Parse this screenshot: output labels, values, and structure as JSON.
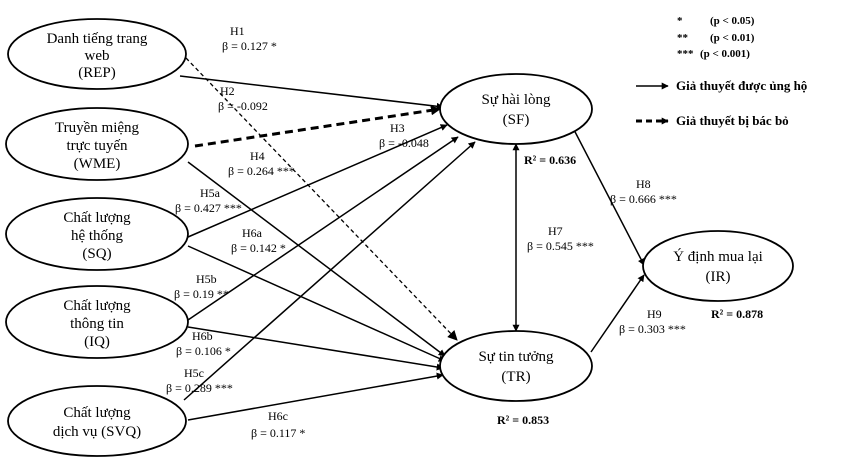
{
  "nodes": {
    "rep": [
      "Danh tiếng trang",
      "web",
      "(REP)"
    ],
    "wme": [
      "Truyền miệng",
      "trực tuyến",
      "(WME)"
    ],
    "sq": [
      "Chất lượng",
      "hệ thống",
      "(SQ)"
    ],
    "iq": [
      "Chất lượng",
      "thông tin",
      "(IQ)"
    ],
    "svq": [
      "Chất lượng",
      "dịch vụ (SVQ)"
    ],
    "sf": [
      "Sự hài lòng",
      "(SF)"
    ],
    "tr": [
      "Sự tin tưởng",
      "(TR)"
    ],
    "ir": [
      "Ý định mua lại",
      "(IR)"
    ]
  },
  "paths": {
    "h1": {
      "name": "H1",
      "beta": "β = 0.127 *"
    },
    "h2": {
      "name": "H2",
      "beta": "β = -0.092"
    },
    "h3": {
      "name": "H3",
      "beta": "β = -0.048"
    },
    "h4": {
      "name": "H4",
      "beta": "β = 0.264 ***"
    },
    "h5a": {
      "name": "H5a",
      "beta": "β = 0.427 ***"
    },
    "h6a": {
      "name": "H6a",
      "beta": "β = 0.142 *"
    },
    "h5b": {
      "name": "H5b",
      "beta": "β = 0.19 **"
    },
    "h6b": {
      "name": "H6b",
      "beta": "β = 0.106 *"
    },
    "h5c": {
      "name": "H5c",
      "beta": "β = 0.289 ***"
    },
    "h6c": {
      "name": "H6c",
      "beta": "β = 0.117 *"
    },
    "h7": {
      "name": "H7",
      "beta": "β = 0.545 ***"
    },
    "h8": {
      "name": "H8",
      "beta": "β = 0.666 ***"
    },
    "h9": {
      "name": "H9",
      "beta": "β = 0.303 ***"
    }
  },
  "r2": {
    "sf": "R² = 0.636",
    "tr": "R² = 0.853",
    "ir": "R² = 0.878"
  },
  "legend": {
    "sig1": {
      "stars": "*",
      "text": "(p < 0.05)"
    },
    "sig2": {
      "stars": "**",
      "text": "(p < 0.01)"
    },
    "sig3": {
      "stars": "***",
      "text": "(p < 0.001)"
    },
    "supported": "Giả thuyết được ủng hộ",
    "rejected": "Giả thuyết bị bác bỏ"
  }
}
